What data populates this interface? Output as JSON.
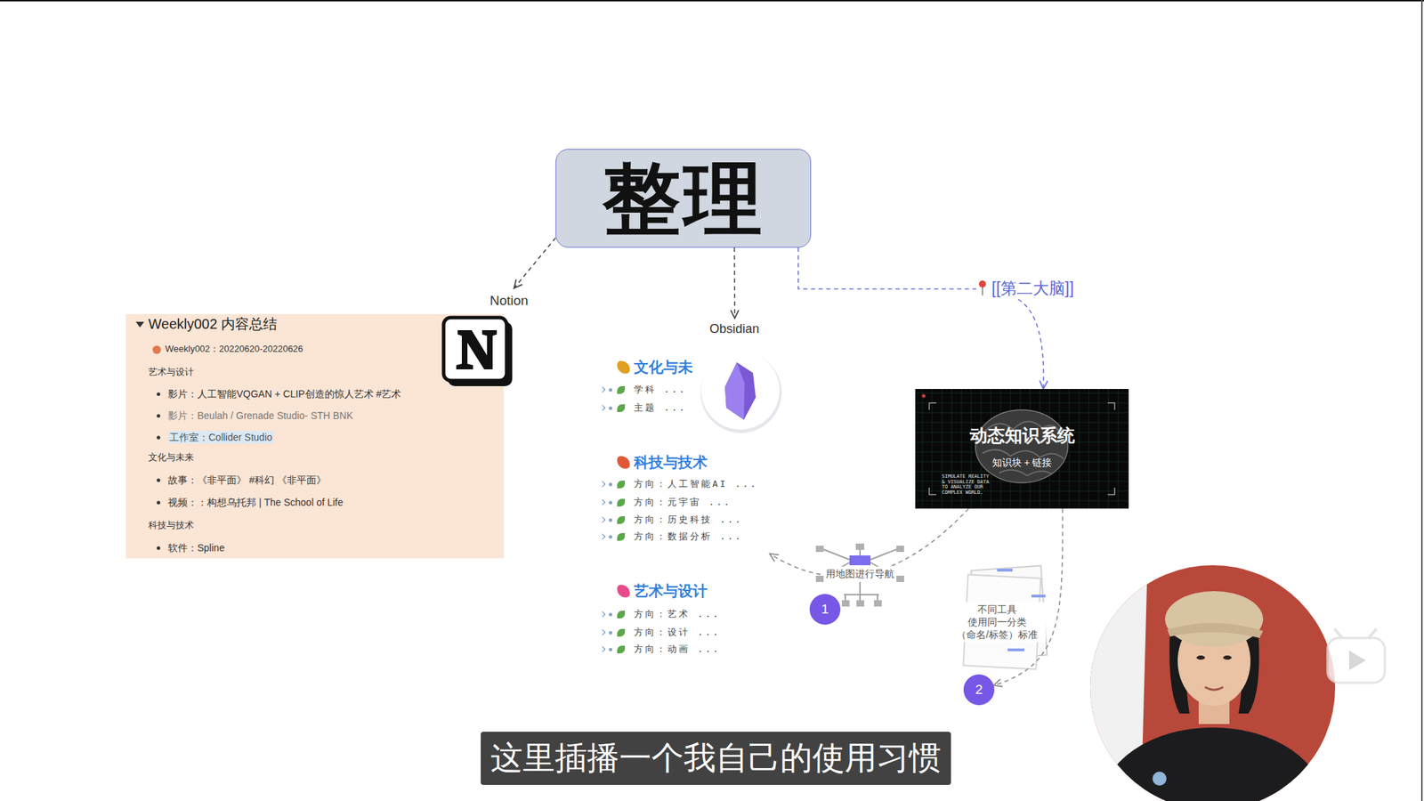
{
  "diagram": {
    "caption": "这里插播一个我自己的使用习惯",
    "nodes": [
      {
        "text": [
          "整理"
        ]
      },
      {
        "text": [
          "Notion",
          "Weekly002 内容总结",
          "Weekly002：20220620-20220626",
          "艺术与设计",
          "影片：人工智能VQGAN + CLIP创造的惊人艺术 #艺术",
          "影片：Beulah / Grenade Studio- STH BNK",
          "工作室：Collider Studio",
          "文化与未来",
          "故事：《非平面》 #科幻 《非平面》",
          "视频：：构想乌托邦 | The School of Life",
          "科技与技术",
          "软件：Spline"
        ]
      },
      {
        "text": [
          "Obsidian",
          "文化与未",
          "学科 ...",
          "主题 ...",
          "科技与技术",
          "方向：人工智能AI ...",
          "方向：元宇宙 ...",
          "方向：历史科技 ...",
          "方向：数据分析 ...",
          "艺术与设计",
          "方向：艺术 ...",
          "方向：设计 ...",
          "方向：动画 ..."
        ]
      },
      {
        "text": [
          "[[第二大脑]]"
        ]
      },
      {
        "text": [
          "动态知识系统",
          "知识块 + 链接",
          "SIMULATE REALITY & VISUALIZE DATA TO ANALYZE OUR COMPLEX WORLD."
        ]
      },
      {
        "text": [
          "1"
        ]
      },
      {
        "text": [
          "2"
        ]
      }
    ],
    "edges": [
      {
        "from": 0,
        "to": 1,
        "arrow": "to"
      },
      {
        "from": 0,
        "to": 2,
        "arrow": "to"
      },
      {
        "from": 0,
        "to": 3,
        "arrow": "none"
      },
      {
        "from": 3,
        "to": 4,
        "arrow": "to"
      },
      {
        "from": 4,
        "to": 2,
        "label": "用地图进行导航",
        "arrow": "to"
      },
      {
        "from": 4,
        "to": 6,
        "label": "不同工具 使用同一分类 （命名/标签）标准",
        "arrow": "to"
      }
    ]
  }
}
